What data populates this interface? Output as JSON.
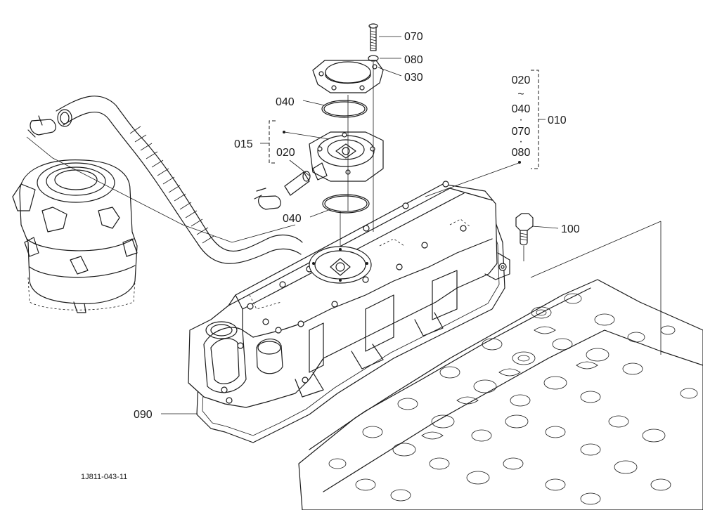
{
  "callouts": {
    "c070": "070",
    "c080": "080",
    "c030": "030",
    "c040_top": "040",
    "c015": "015",
    "c020": "020",
    "c040_bottom": "040",
    "c100": "100",
    "c090": "090",
    "c010": "010"
  },
  "kit_list": {
    "item1": "020",
    "tilde": "~",
    "item2": "040",
    "dot1": "·",
    "item3": "070",
    "dot2": "·",
    "item4": "080"
  },
  "figure_id": "1J811-043-11"
}
